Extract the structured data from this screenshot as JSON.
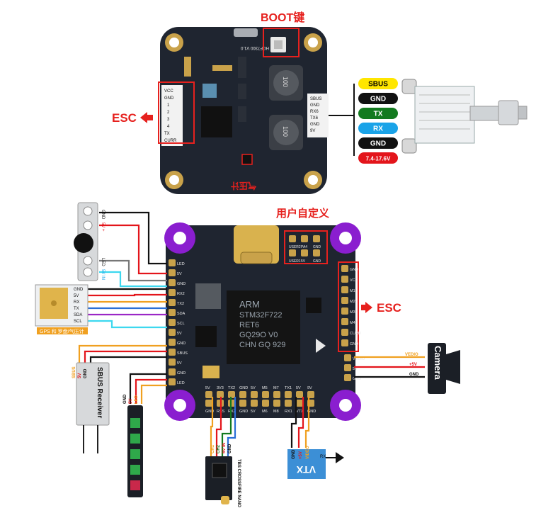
{
  "top_board": {
    "boot_label": "BOOT键",
    "esc_label": "ESC",
    "board_marking": "HGF7300 V1.0",
    "baro_label": "气压计",
    "inductor_marks": [
      "100",
      "100"
    ],
    "left_connector_pins": [
      "CURR",
      "TX",
      "4",
      "3",
      "2",
      "1",
      "GND",
      "VCC"
    ],
    "right_connector_pins": [
      "SBUS",
      "GND",
      "RX6",
      "TX6",
      "GND",
      "9V"
    ],
    "vtx_pin_badges": [
      {
        "text": "SBUS",
        "color": "#ffe600",
        "text_color": "#000000"
      },
      {
        "text": "GND",
        "color": "#111111",
        "text_color": "#ffffff"
      },
      {
        "text": "TX",
        "color": "#137a1f",
        "text_color": "#ffffff"
      },
      {
        "text": "RX",
        "color": "#1aa3e8",
        "text_color": "#ffffff"
      },
      {
        "text": "GND",
        "color": "#111111",
        "text_color": "#ffffff"
      },
      {
        "text": "7.4-17.6V",
        "color": "#e3151b",
        "text_color": "#ffffff"
      }
    ]
  },
  "bottom_board": {
    "user_defined_label": "用户自定义",
    "esc_label": "ESC",
    "mcu_marking": [
      "ARM",
      "STM32F722",
      "RET6",
      "GQ29O V0",
      "CHN GQ 929"
    ],
    "user_pads": [
      "USER2",
      "PA4",
      "GND",
      "USER1",
      "5V",
      "GND"
    ],
    "esc_pads": [
      "GND",
      "VCC",
      "M1",
      "M2",
      "M3",
      "M4",
      "CURR",
      "GND"
    ],
    "left_pads": [
      "LED",
      "5V",
      "GND",
      "RX2",
      "TX2",
      "SDA",
      "SCL",
      "5V",
      "GND",
      "SBUS",
      "5V",
      "GND",
      "LED"
    ],
    "bottom_pads_top": [
      "5V",
      "3V3",
      "TX2",
      "GND",
      "5V",
      "M5",
      "M7",
      "TX1",
      "5V",
      "9V"
    ],
    "bottom_pads_bottom": [
      "GND",
      "RSS",
      "RX2",
      "GND",
      "5V",
      "M6",
      "M8",
      "RX1",
      "VTX",
      "GND"
    ],
    "right_pads": [
      "VEDIO",
      "5V",
      "GND"
    ]
  },
  "peripherals": {
    "buzzer_pins": [
      "GND",
      "5V +",
      "LED",
      "5V IN"
    ],
    "gps_pins": [
      "GND",
      "5V",
      "RX",
      "TX",
      "SDA",
      "SCL"
    ],
    "gps_label": "GPS 和 罗盘/气压计",
    "sbus_receiver_label": "SBUS Receiver",
    "sbus_pins": [
      "SBUS",
      "5V",
      "GND"
    ],
    "led_strip_pins": [
      "LED",
      "5V",
      "GND"
    ],
    "crossfire_label": "TBS CROSSFIRE NANO",
    "crossfire_pins": [
      "CH1",
      "CH2",
      "5V IN",
      "GND"
    ],
    "vtx_label": "VTX",
    "vtx_pins": [
      "GND",
      "+5V",
      "VIDEO"
    ],
    "vtx_antenna_label": "RX",
    "camera_label": "Camera",
    "camera_wires": [
      {
        "label": "VEDIO",
        "color": "#f0a020"
      },
      {
        "label": "+5V",
        "color": "#e3151b"
      },
      {
        "label": "GND",
        "color": "#111111"
      }
    ]
  },
  "colors": {
    "red_label": "#e6211e",
    "pcb": "#1f2530",
    "mount_purple": "#8a1ecf",
    "pad_gold": "#c9a24a"
  }
}
